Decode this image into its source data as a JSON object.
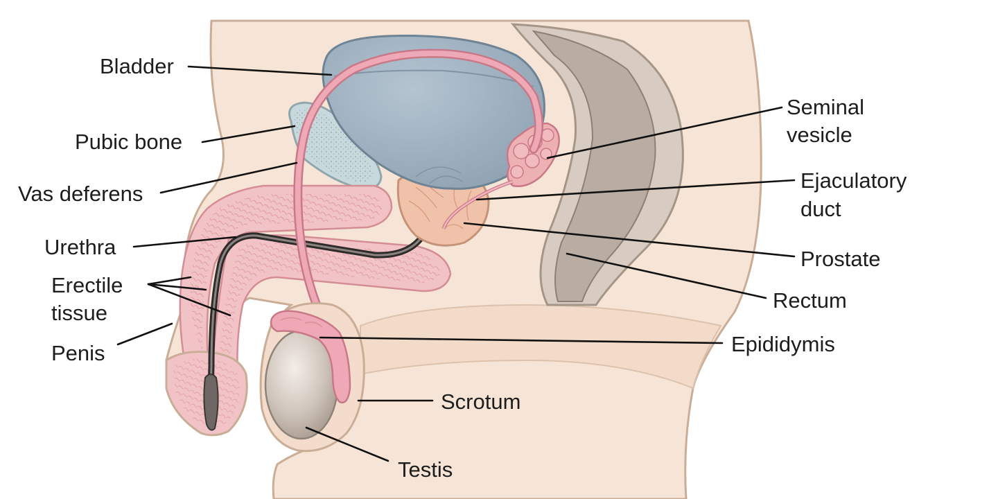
{
  "labels": {
    "bladder": "Bladder",
    "pubic_bone": "Pubic bone",
    "vas_deferens": "Vas deferens",
    "urethra": "Urethra",
    "erectile_line1": "Erectile",
    "erectile_line2": "tissue",
    "penis": "Penis",
    "seminal_line1": "Seminal",
    "seminal_line2": "vesicle",
    "ejaculatory_line1": "Ejaculatory",
    "ejaculatory_line2": "duct",
    "prostate": "Prostate",
    "rectum": "Rectum",
    "epididymis": "Epididymis",
    "scrotum": "Scrotum",
    "testis": "Testis"
  },
  "colors": {
    "skin": "#f6e5d6",
    "skin_outline": "#c9ad97",
    "bladder": "#9fb1c0",
    "bladder_outline": "#6e8394",
    "pubic_bone": "#c8d9dd",
    "tube_pink": "#efa9b6",
    "tube_pink_outline": "#c97888",
    "erectile": "#f2c3c6",
    "prostate": "#f0c2a9",
    "rectum": "#b9aca3",
    "testis": "#cfc4bb",
    "urethra": "#3a3635"
  }
}
